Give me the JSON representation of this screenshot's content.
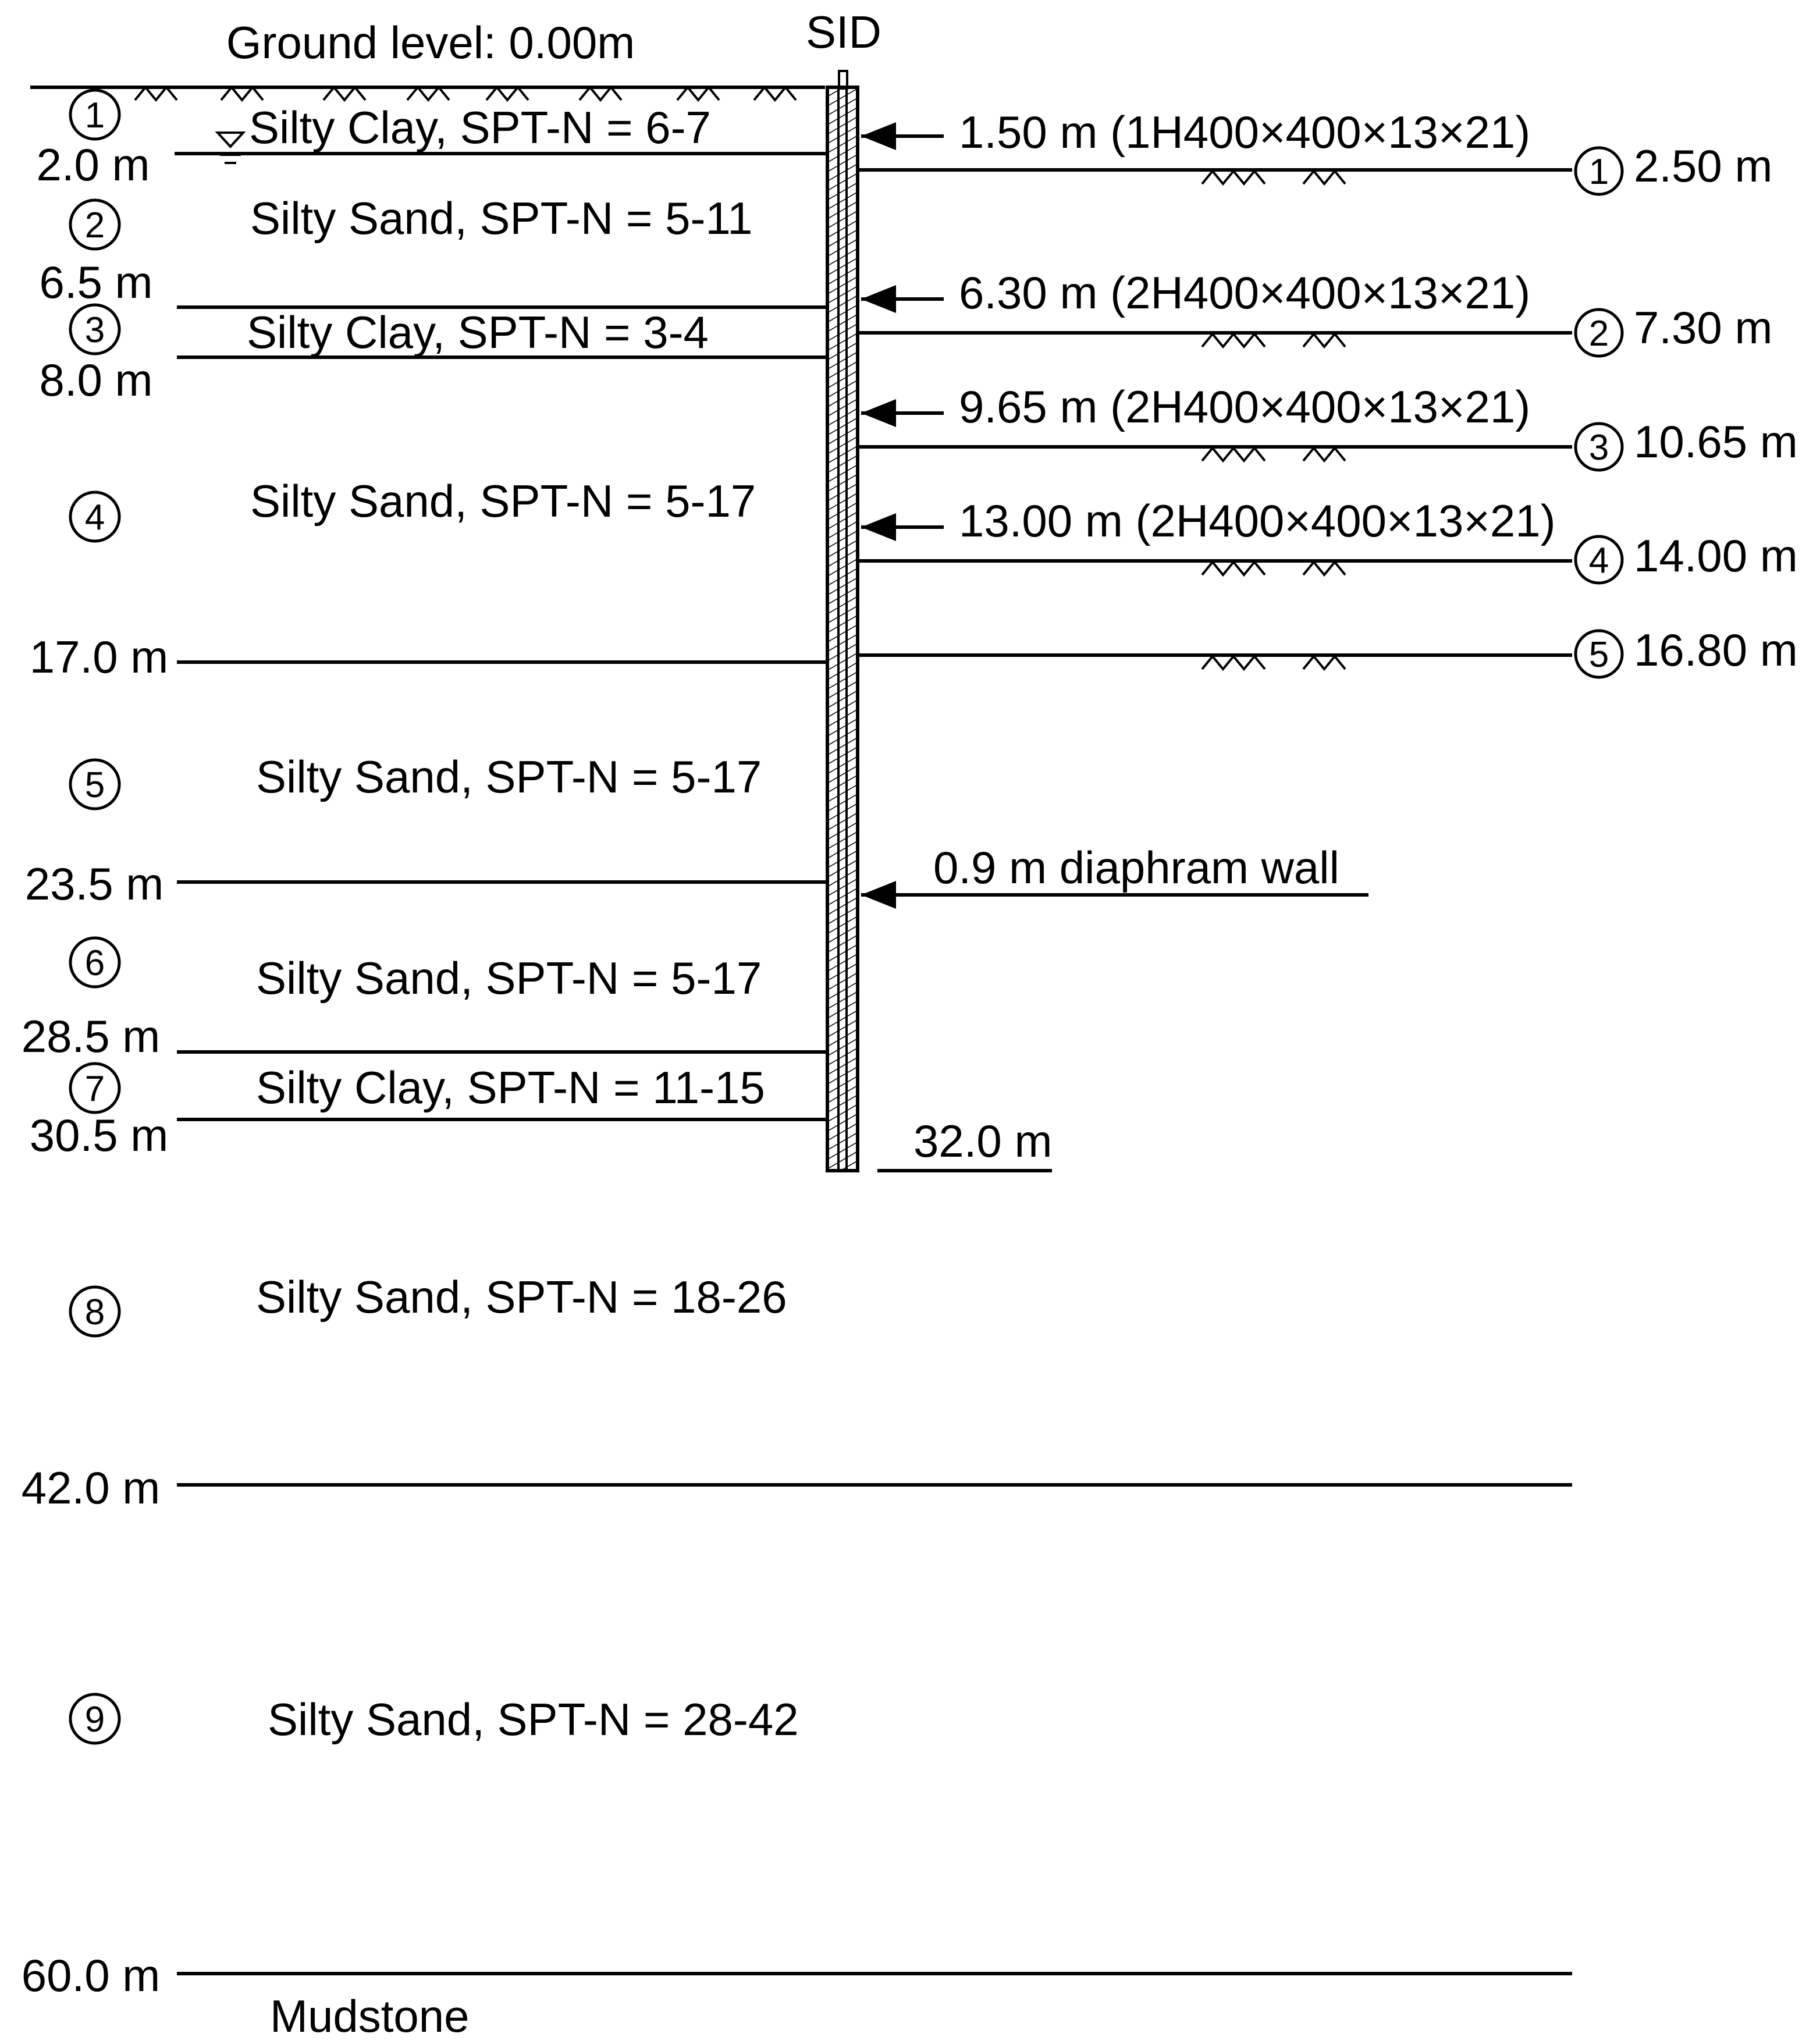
{
  "ground_level": "Ground level: 0.00m",
  "sid_label": "SID",
  "layers": [
    {
      "num": "1",
      "depth": "2.0 m",
      "desc": "Silty Clay, SPT-N = 6-7"
    },
    {
      "num": "2",
      "depth": "6.5 m",
      "desc": "Silty Sand, SPT-N = 5-11"
    },
    {
      "num": "3",
      "depth": "8.0 m",
      "desc": "Silty Clay, SPT-N = 3-4"
    },
    {
      "num": "4",
      "depth": "17.0 m",
      "desc": "Silty Sand, SPT-N = 5-17"
    },
    {
      "num": "5",
      "depth": "23.5 m",
      "desc": "Silty Sand, SPT-N = 5-17"
    },
    {
      "num": "6",
      "depth": "28.5 m",
      "desc": "Silty Sand, SPT-N = 5-17"
    },
    {
      "num": "7",
      "depth": "30.5 m",
      "desc": "Silty Clay, SPT-N = 11-15"
    },
    {
      "num": "8",
      "depth": "42.0 m",
      "desc": "Silty Sand, SPT-N = 18-26"
    },
    {
      "num": "9",
      "depth": "60.0 m",
      "desc": "Silty Sand, SPT-N = 28-42"
    }
  ],
  "struts": [
    {
      "label": "1.50 m (1H400×400×13×21)"
    },
    {
      "label": "6.30 m (2H400×400×13×21)"
    },
    {
      "label": "9.65 m (2H400×400×13×21)"
    },
    {
      "label": "13.00 m (2H400×400×13×21)"
    }
  ],
  "excavation_stages": [
    {
      "num": "1",
      "depth": "2.50 m"
    },
    {
      "num": "2",
      "depth": "7.30 m"
    },
    {
      "num": "3",
      "depth": "10.65 m"
    },
    {
      "num": "4",
      "depth": "14.00 m"
    },
    {
      "num": "5",
      "depth": "16.80 m"
    }
  ],
  "wall_label": "0.9 m diaphram wall",
  "wall_depth": "32.0 m",
  "bottom_label": "Mudstone"
}
